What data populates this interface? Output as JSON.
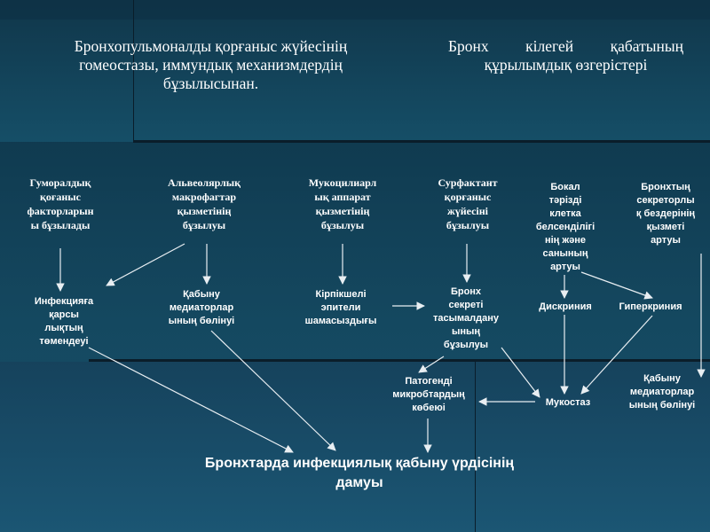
{
  "header": {
    "left_title": "Бронхопульмоналды қорғаныс жүйесінің гомеостазы, иммундық механизмдердің бұзылысынан.",
    "right_title": "Бронх кілегей қабатының құрылымдық өзгерістері"
  },
  "nodes": {
    "humoral": "Гуморалдық\nқоғаныс\nфакторларын\nы бұзылады",
    "alveolar": "Альвеолярлық\nмакрофагтар\nқызметінің\nбұзылуы",
    "mucociliary": "Мукоцилиарл\nық аппарат\nқызметінің\nбұзылуы",
    "surfactant": "Сурфактант\nқорғаныс\nжүйесіні\nбұзылуы",
    "goblet": "Бокал\nтәрізді\nклетка\nбелсенділігі\nнің және\nсанының\nартуы",
    "bronchial_glands": "Бронхтың\nсекреторлы\nқ бездерінің\nқызметі\nартуы",
    "infection_resistance": "Инфекцияға\nқарсы\nлықтың\nтөмендеуі",
    "mediators_left": "Қабыну\nмедиаторлар\nының бөлінуі",
    "ciliary_epithelium": "Кірпікшелі\nэпители\nшамасыздығы",
    "secretion_transport": "Бронх\nсекреті\nтасымалдану\nының\nбұзылуы",
    "dyscrinia": "Дискриния",
    "hypercrinia": "Гиперкриния",
    "pathogens": "Патогенді\nмикробтардың\nкөбеюі",
    "mucostasis": "Мукостаз",
    "mediators_right": "Қабыну\nмедиаторлар\nының бөлінуі",
    "outcome": "Бронхтарда инфекциялық қабыну үрдісінің\nдамуы"
  },
  "colors": {
    "text": "#ffffff",
    "arrow": "#e8eef2"
  }
}
